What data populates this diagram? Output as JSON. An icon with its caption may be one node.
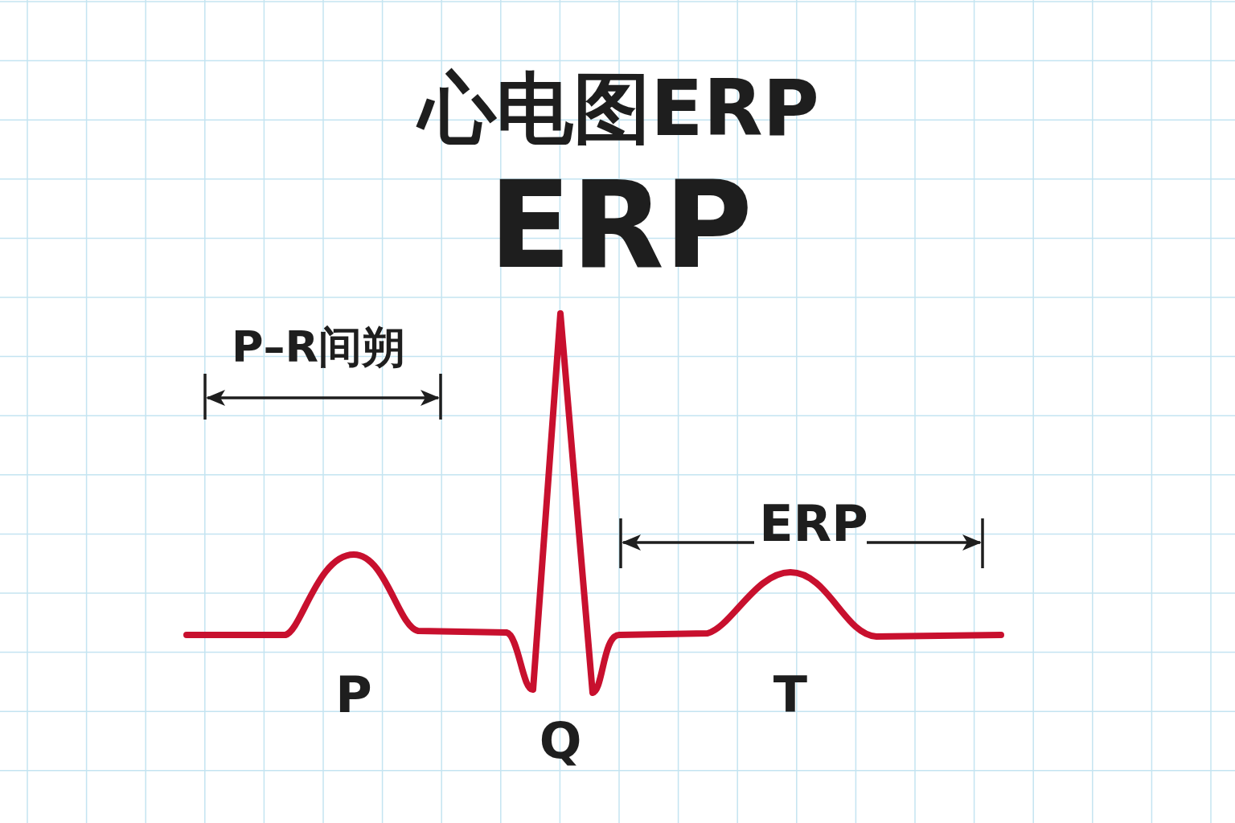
{
  "diagram": {
    "title": "心电图ERP",
    "labels": [
      "ERP",
      "P–R间朔",
      "ERP",
      "P",
      "Q",
      "T"
    ]
  }
}
